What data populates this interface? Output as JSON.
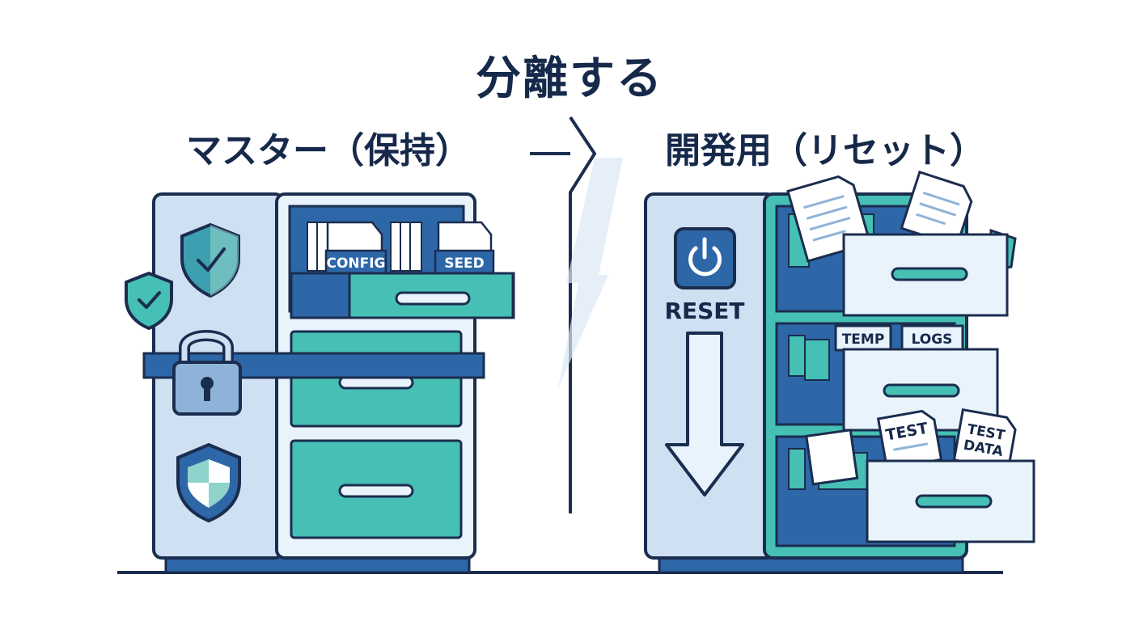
{
  "title": "分離する",
  "left": {
    "heading": "マスター（保持）",
    "folder_tabs": [
      "CONFIG",
      "SEED"
    ]
  },
  "right": {
    "heading": "開発用（リセット）",
    "reset_label": "RESET",
    "drawer_tabs": [
      "TEMP",
      "LOGS"
    ],
    "documents": [
      "TEST",
      "TEST DATA"
    ]
  },
  "colors": {
    "outline": "#1b2d4f",
    "dark_blue": "#2e67a8",
    "light_blue": "#cfe0f3",
    "teal": "#46bfb4",
    "pale": "#e8f3fb"
  }
}
